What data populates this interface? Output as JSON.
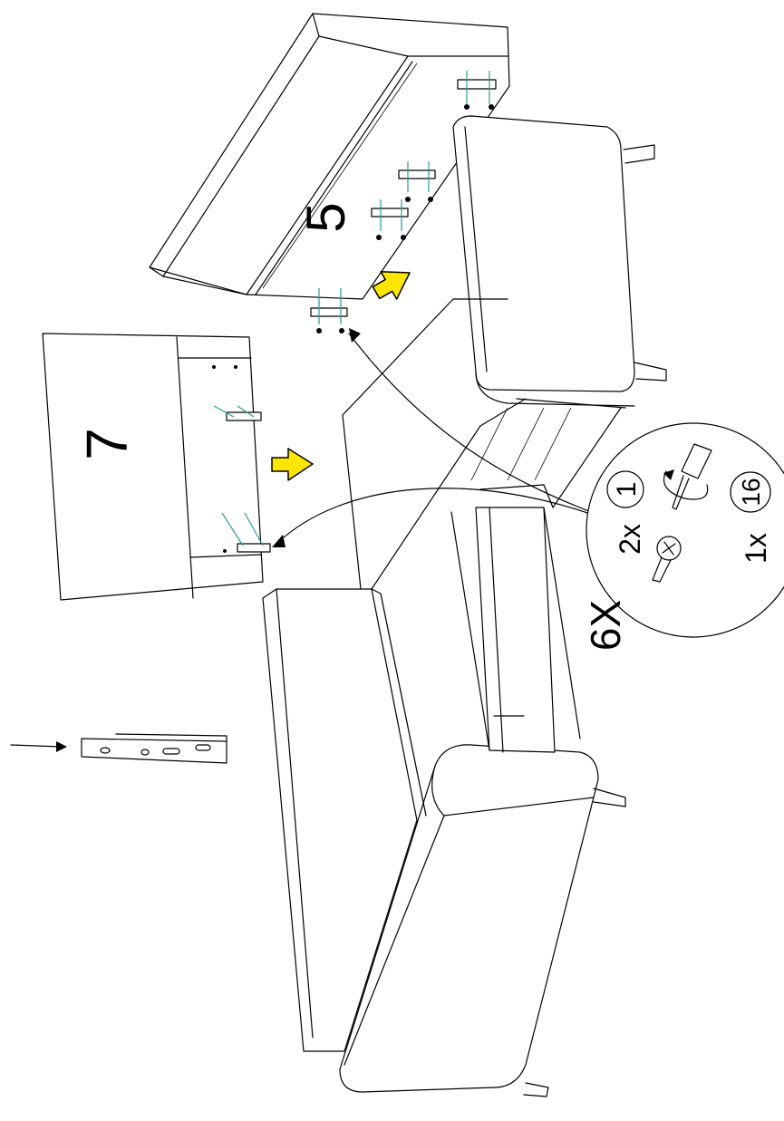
{
  "labels": {
    "part_5": "5",
    "part_7": "7",
    "quantity_total": "6X",
    "hardware_1_qty": "2x",
    "hardware_1_ref": "1",
    "hardware_2_qty": "1x",
    "hardware_2_ref": "16"
  },
  "colors": {
    "line": "#000000",
    "highlight_arrow": "#ffe600",
    "screw_path": "#2a9d8f",
    "background": "#ffffff"
  },
  "icons": [
    "screw-icon",
    "screwdriver-icon",
    "rotation-arrow-icon",
    "bracket-icon",
    "direction-arrow-icon"
  ]
}
